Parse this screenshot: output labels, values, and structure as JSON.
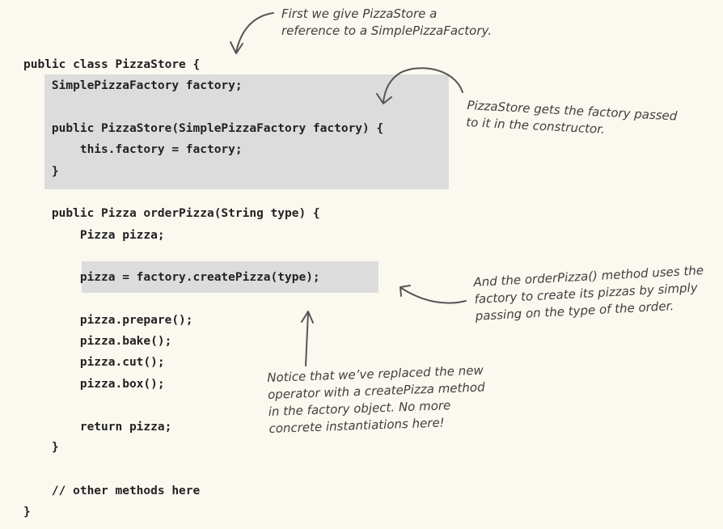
{
  "code": {
    "lines": [
      "public class PizzaStore {",
      "    SimplePizzaFactory factory;",
      "",
      "    public PizzaStore(SimplePizzaFactory factory) {",
      "        this.factory = factory;",
      "    }",
      "",
      "    public Pizza orderPizza(String type) {",
      "        Pizza pizza;",
      "",
      "        pizza = factory.createPizza(type);",
      "",
      "        pizza.prepare();",
      "        pizza.bake();",
      "        pizza.cut();",
      "        pizza.box();",
      "",
      "        return pizza;",
      "    }",
      "",
      "    // other methods here",
      "}"
    ]
  },
  "annotations": {
    "top": [
      "First we give PizzaStore a",
      "reference to a SimplePizzaFactory."
    ],
    "constructor": [
      "PizzaStore gets the factory passed",
      "to it in the constructor."
    ],
    "order_pizza": [
      "And the orderPizza() method uses the",
      "factory to create its pizzas by simply",
      "passing on the type of the order."
    ],
    "notice": [
      "Notice that we’ve replaced the new",
      "operator with a createPizza method",
      "in the factory object. No more",
      "concrete instantiations here!"
    ]
  },
  "colors": {
    "background": "#fbf8f0",
    "highlight": "#dcdcdc",
    "code_text": "#222222",
    "note_text": "#3f3f3f"
  }
}
